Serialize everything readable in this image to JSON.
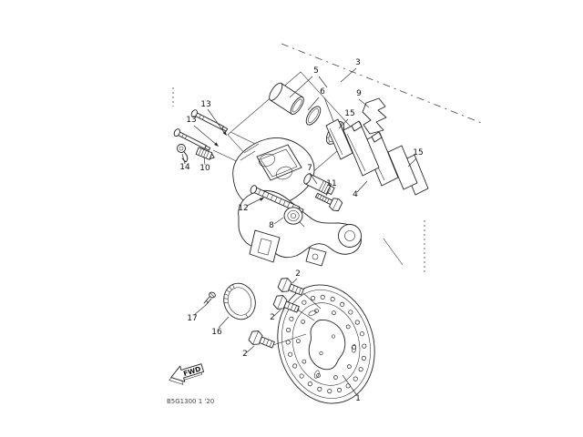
{
  "figure": {
    "drawing_number": "B5G1300 1 '20",
    "fwd_label": "FWD",
    "background_color": "#ffffff",
    "line_color": "#222222"
  },
  "callouts": [
    {
      "part": "brake-disc",
      "text": "1"
    },
    {
      "part": "disc-bolt",
      "text": "2"
    },
    {
      "part": "disc-bolt",
      "text": "2"
    },
    {
      "part": "disc-bolt",
      "text": "2"
    },
    {
      "part": "caliper-assembly",
      "text": "3"
    },
    {
      "part": "brake-pad-kit",
      "text": "4"
    },
    {
      "part": "caliper-piston",
      "text": "5"
    },
    {
      "part": "piston-seal-kit",
      "text": "6"
    },
    {
      "part": "slide-pin-boot",
      "text": "7"
    },
    {
      "part": "cap",
      "text": "8"
    },
    {
      "part": "pad-spring",
      "text": "9"
    },
    {
      "part": "bleed-screw",
      "text": "10"
    },
    {
      "part": "union-bolt",
      "text": "11"
    },
    {
      "part": "slide-pin",
      "text": "12"
    },
    {
      "part": "pad-pin",
      "text": "13"
    },
    {
      "part": "pad-pin",
      "text": "13"
    },
    {
      "part": "pin-clip",
      "text": "14"
    },
    {
      "part": "pad-shim",
      "text": "15"
    },
    {
      "part": "pad-shim",
      "text": "15"
    },
    {
      "part": "cover-plate",
      "text": "16"
    },
    {
      "part": "cover-screw",
      "text": "17"
    }
  ]
}
